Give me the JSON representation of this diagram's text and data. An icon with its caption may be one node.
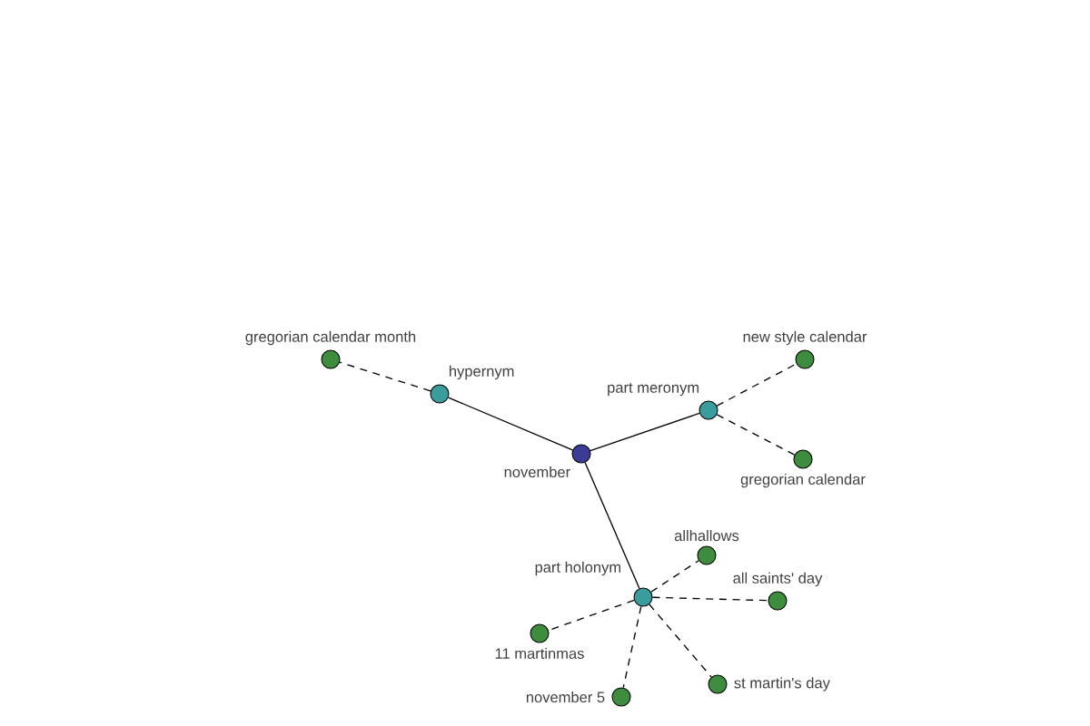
{
  "diagram": {
    "nodes": [
      {
        "text": [
          "november"
        ]
      },
      {
        "text": [
          "hypernym"
        ]
      },
      {
        "text": [
          "gregorian calendar month"
        ]
      },
      {
        "text": [
          "part meronym"
        ]
      },
      {
        "text": [
          "new style calendar"
        ]
      },
      {
        "text": [
          "gregorian calendar"
        ]
      },
      {
        "text": [
          "part holonym"
        ]
      },
      {
        "text": [
          "allhallows"
        ]
      },
      {
        "text": [
          "all saints' day"
        ]
      },
      {
        "text": [
          "11 martinmas"
        ]
      },
      {
        "text": [
          "november 5"
        ]
      },
      {
        "text": [
          "st martin's day"
        ]
      }
    ],
    "edges": [
      {
        "from": 0,
        "to": 1,
        "arrow": "none"
      },
      {
        "from": 1,
        "to": 2,
        "arrow": "none",
        "style": "dashed"
      },
      {
        "from": 0,
        "to": 3,
        "arrow": "none"
      },
      {
        "from": 3,
        "to": 4,
        "arrow": "none",
        "style": "dashed"
      },
      {
        "from": 3,
        "to": 5,
        "arrow": "none",
        "style": "dashed"
      },
      {
        "from": 0,
        "to": 6,
        "arrow": "none"
      },
      {
        "from": 6,
        "to": 7,
        "arrow": "none",
        "style": "dashed"
      },
      {
        "from": 6,
        "to": 8,
        "arrow": "none",
        "style": "dashed"
      },
      {
        "from": 6,
        "to": 9,
        "arrow": "none",
        "style": "dashed"
      },
      {
        "from": 6,
        "to": 10,
        "arrow": "none",
        "style": "dashed"
      },
      {
        "from": 6,
        "to": 11,
        "arrow": "none",
        "style": "dashed"
      }
    ]
  }
}
